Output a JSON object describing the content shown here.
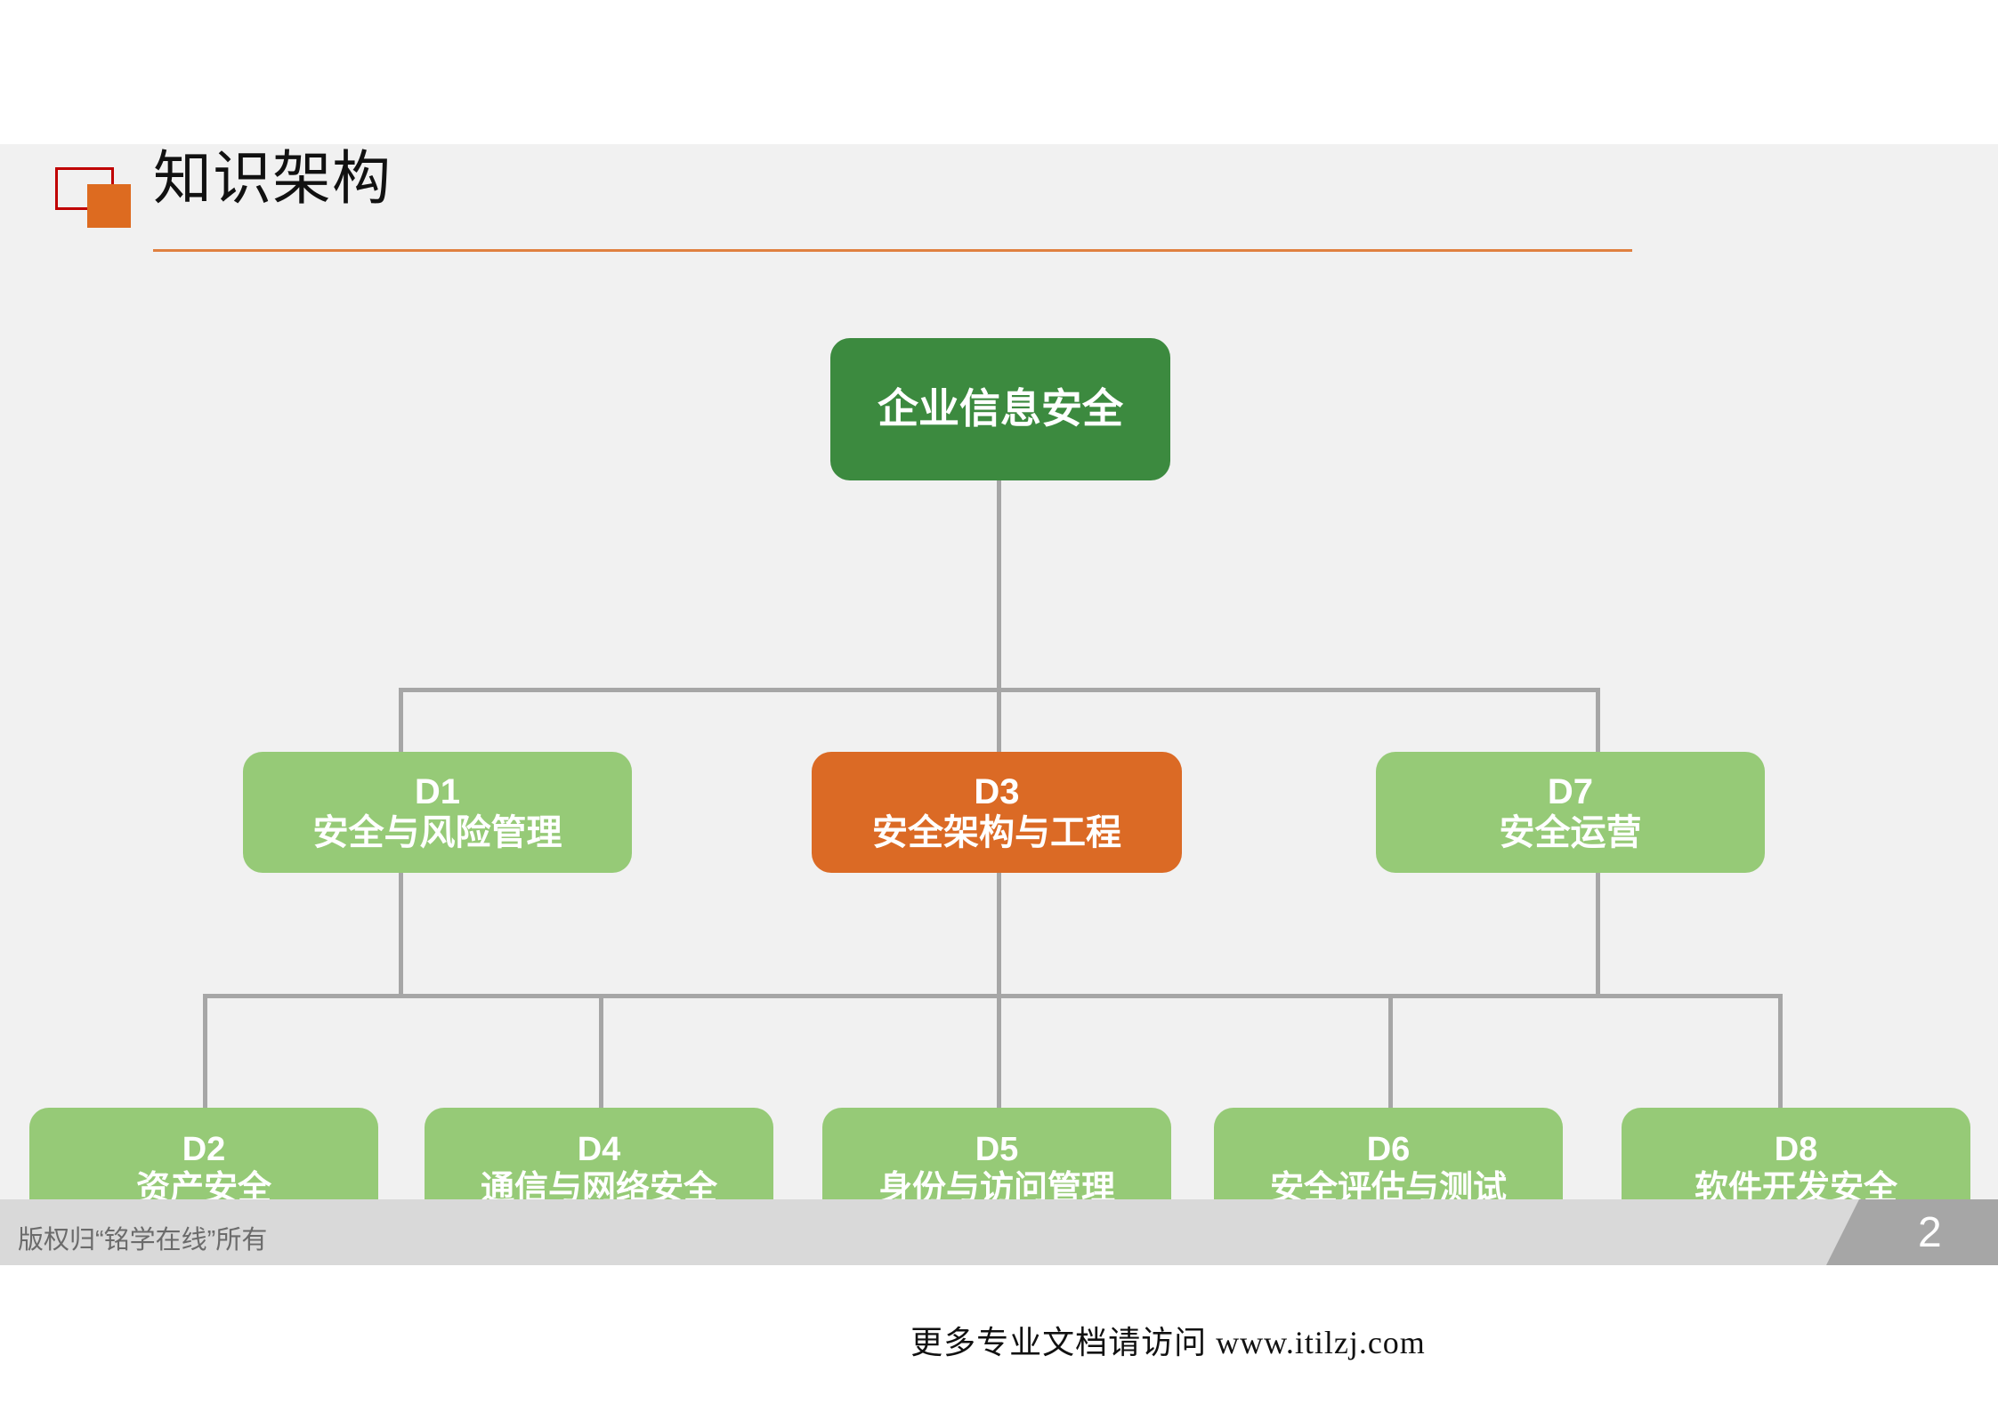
{
  "slide": {
    "background_color": "#F1F1F1",
    "page_background_color": "#FFFFFF"
  },
  "header": {
    "title": "知识架构",
    "rule_color": "#E08040",
    "logo": {
      "outline_icon": "square-outline-icon",
      "outline_color": "#C00000",
      "fill_icon": "square-filled-icon",
      "fill_color": "#DD6B20"
    }
  },
  "chart_data": {
    "type": "tree",
    "title": "知识架构",
    "root": {
      "code": "",
      "label": "企业信息安全",
      "color": "#3C8A3F"
    },
    "level2": [
      {
        "code": "D1",
        "label": "安全与风险管理",
        "color": "#96CA77"
      },
      {
        "code": "D3",
        "label": "安全架构与工程",
        "color": "#DB6A25"
      },
      {
        "code": "D7",
        "label": "安全运营",
        "color": "#96CA77"
      }
    ],
    "level3": [
      {
        "code": "D2",
        "label": "资产安全",
        "color": "#96CA77"
      },
      {
        "code": "D4",
        "label": "通信与网络安全",
        "color": "#96CA77"
      },
      {
        "code": "D5",
        "label": "身份与访问管理",
        "color": "#96CA77"
      },
      {
        "code": "D6",
        "label": "安全评估与测试",
        "color": "#96CA77"
      },
      {
        "code": "D8",
        "label": "软件开发安全",
        "color": "#96CA77"
      }
    ],
    "connector_color": "#A6A6A6",
    "highlight_node": "D3",
    "highlight_color": "#DB6A25"
  },
  "footer": {
    "copyright": "版权归“铭学在线”所有",
    "page_number": "2",
    "band_color": "#D9D9D9",
    "page_shape_color": "#A6A6A6"
  },
  "watermark": {
    "text": "更多专业文档请访问 www.itilzj.com"
  }
}
